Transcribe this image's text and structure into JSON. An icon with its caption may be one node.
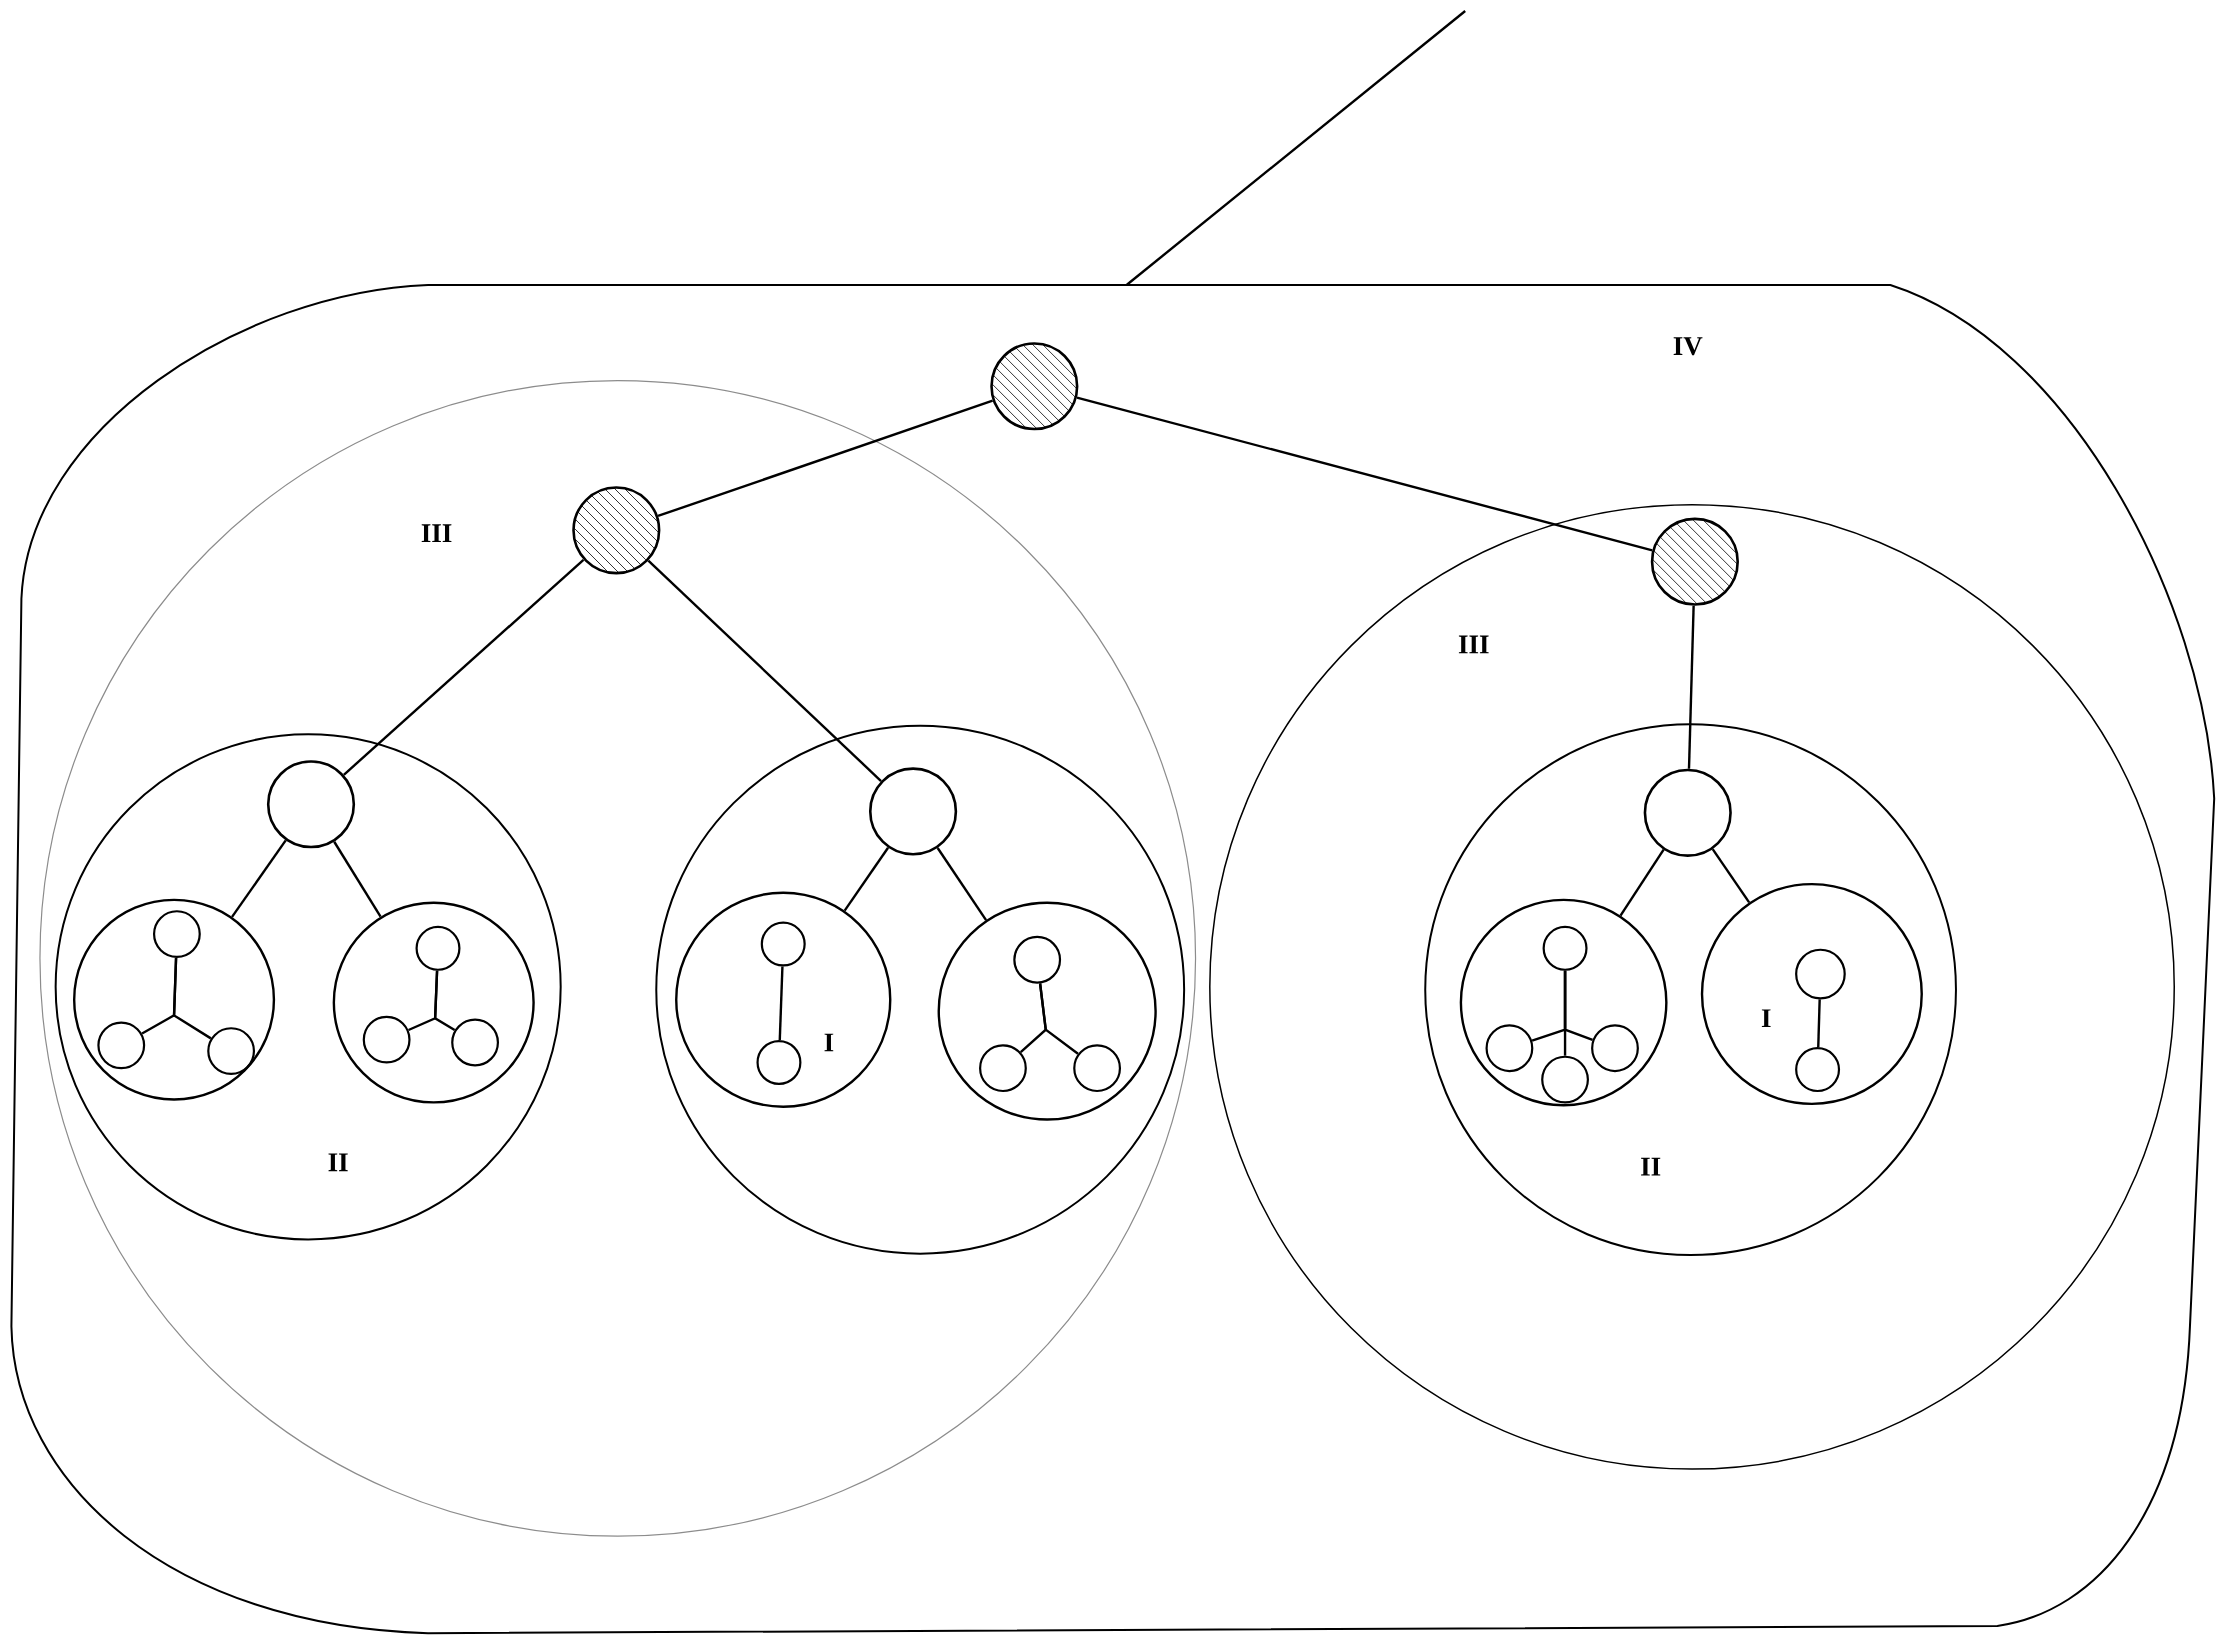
{
  "diagram": {
    "nodes": [
      {
        "text": [
          "IV"
        ]
      },
      {
        "text": [],
        "shape": "circle",
        "in": 0
      },
      {
        "text": [
          "III"
        ],
        "in": 0
      },
      {
        "text": [],
        "shape": "circle",
        "in": 2
      },
      {
        "text": [
          "II"
        ],
        "in": 2
      },
      {
        "text": [],
        "shape": "circle",
        "in": 4
      },
      {
        "text": [],
        "shape": "circle",
        "in": 4
      },
      {
        "text": [],
        "shape": "circle",
        "in": 6
      },
      {
        "text": [],
        "shape": "circle",
        "in": 6
      },
      {
        "text": [],
        "shape": "circle",
        "in": 6
      },
      {
        "text": [],
        "shape": "circle",
        "in": 4
      },
      {
        "text": [],
        "shape": "circle",
        "in": 10
      },
      {
        "text": [],
        "shape": "circle",
        "in": 10
      },
      {
        "text": [],
        "shape": "circle",
        "in": 10
      },
      {
        "text": [],
        "shape": "circle",
        "in": 2
      },
      {
        "text": [],
        "shape": "circle",
        "in": 14
      },
      {
        "text": [
          "I"
        ],
        "in": 14
      },
      {
        "text": [],
        "shape": "circle",
        "in": 16
      },
      {
        "text": [],
        "shape": "circle",
        "in": 16
      },
      {
        "text": [],
        "shape": "circle",
        "in": 14
      },
      {
        "text": [],
        "shape": "circle",
        "in": 19
      },
      {
        "text": [],
        "shape": "circle",
        "in": 19
      },
      {
        "text": [],
        "shape": "circle",
        "in": 19
      },
      {
        "text": [
          "III"
        ],
        "in": 0
      },
      {
        "text": [],
        "shape": "circle",
        "in": 23
      },
      {
        "text": [
          "II"
        ],
        "in": 23
      },
      {
        "text": [],
        "shape": "circle",
        "in": 25
      },
      {
        "text": [],
        "shape": "circle",
        "in": 25
      },
      {
        "text": [],
        "shape": "circle",
        "in": 27
      },
      {
        "text": [],
        "shape": "circle",
        "in": 27
      },
      {
        "text": [],
        "shape": "circle",
        "in": 27
      },
      {
        "text": [],
        "shape": "circle",
        "in": 27
      },
      {
        "text": [
          "I"
        ],
        "in": 25
      },
      {
        "text": [],
        "shape": "circle",
        "in": 32
      },
      {
        "text": [],
        "shape": "circle",
        "in": 32
      }
    ],
    "edges": [
      {
        "from": 0,
        "to": null,
        "arrow": "none"
      },
      {
        "from": 1,
        "to": 3,
        "arrow": "none"
      },
      {
        "from": 1,
        "to": 24,
        "arrow": "none"
      },
      {
        "from": 3,
        "to": 5,
        "arrow": "none"
      },
      {
        "from": 3,
        "to": 15,
        "arrow": "none"
      },
      {
        "from": 24,
        "to": 26,
        "arrow": "none"
      },
      {
        "from": 5,
        "to": 6,
        "arrow": "none"
      },
      {
        "from": 5,
        "to": 10,
        "arrow": "none"
      },
      {
        "from": 15,
        "to": 16,
        "arrow": "none"
      },
      {
        "from": 15,
        "to": 19,
        "arrow": "none"
      },
      {
        "from": 26,
        "to": 27,
        "arrow": "none"
      },
      {
        "from": 26,
        "to": 32,
        "arrow": "none"
      },
      {
        "from": 7,
        "to": 8,
        "arrow": "none"
      },
      {
        "from": 7,
        "to": 9,
        "arrow": "none"
      },
      {
        "from": 11,
        "to": 12,
        "arrow": "none"
      },
      {
        "from": 11,
        "to": 13,
        "arrow": "none"
      },
      {
        "from": 17,
        "to": 18,
        "arrow": "none"
      },
      {
        "from": 20,
        "to": 21,
        "arrow": "none"
      },
      {
        "from": 20,
        "to": 22,
        "arrow": "none"
      },
      {
        "from": 28,
        "to": 29,
        "arrow": "none"
      },
      {
        "from": 28,
        "to": 30,
        "arrow": "none"
      },
      {
        "from": 28,
        "to": 31,
        "arrow": "none"
      },
      {
        "from": 33,
        "to": 34,
        "arrow": "none"
      }
    ]
  }
}
